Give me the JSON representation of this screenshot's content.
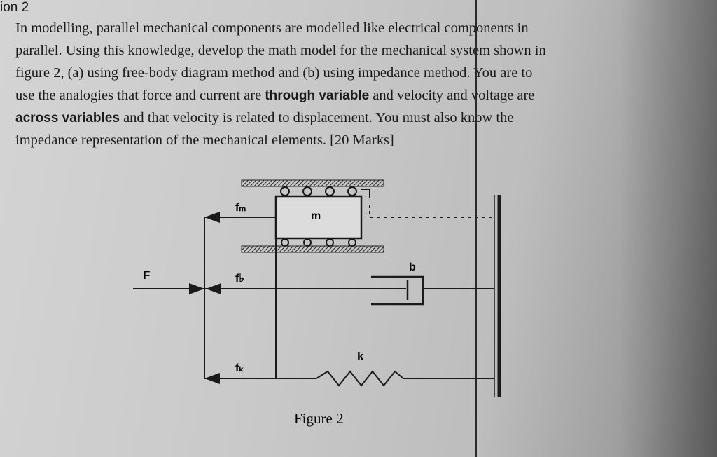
{
  "header": {
    "section_fragment": "ion 2"
  },
  "question": {
    "lines": [
      "In modelling, parallel mechanical components are modelled like electrical components in",
      "parallel. Using this knowledge, develop the math model for the mechanical system shown in",
      "figure 2, (a) using free-body diagram method and (b) using impedance method. You are to",
      "use the analogies that force and current are ",
      "across variables",
      " and that velocity is related to displacement. You must also know the",
      "impedance representation of the mechanical elements. [20 Marks]"
    ],
    "line4_bold": "through variable",
    "line4_rest": " and velocity and voltage are"
  },
  "figure": {
    "labels": {
      "F": "F",
      "fm": "fₘ",
      "fb": "f♭",
      "fk": "fₖ",
      "m": "m",
      "b": "b",
      "k": "k"
    },
    "caption": "Figure 2"
  }
}
